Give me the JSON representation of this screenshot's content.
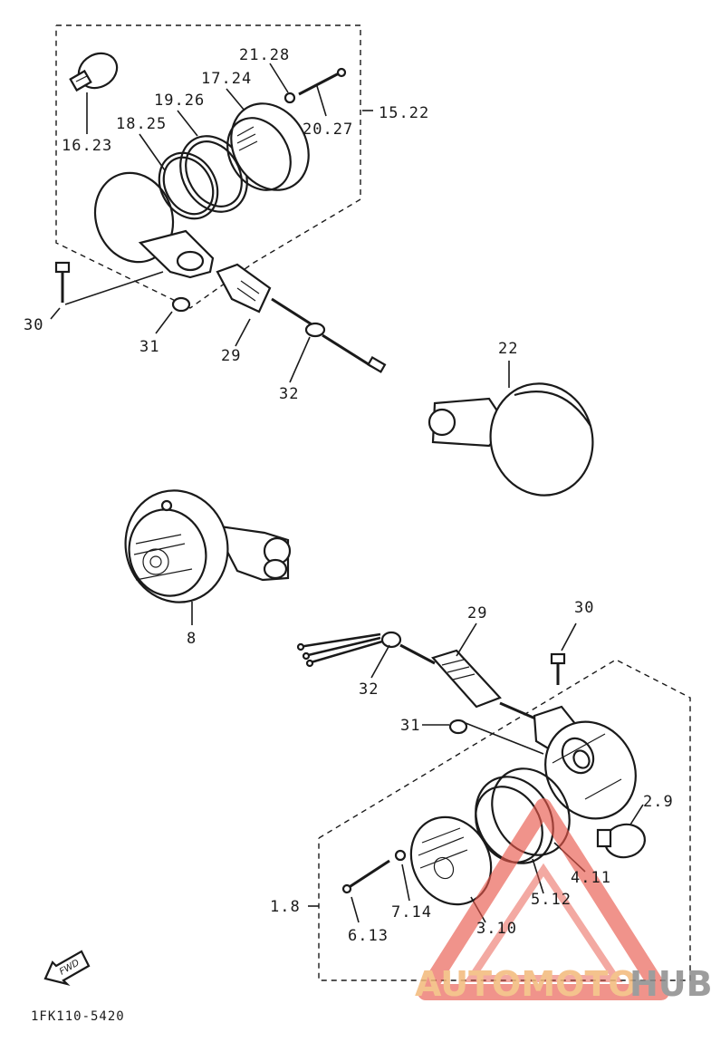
{
  "diagram": {
    "callouts": {
      "c_16_23": "16.23",
      "c_21_28": "21.28",
      "c_17_24": "17.24",
      "c_19_26": "19.26",
      "c_18_25": "18.25",
      "c_20_27": "20.27",
      "c_15_22": "15.22",
      "c_30_top": "30",
      "c_31_top": "31",
      "c_29_top": "29",
      "c_32_top": "32",
      "c_22": "22",
      "c_8": "8",
      "c_29_bot": "29",
      "c_30_bot": "30",
      "c_32_bot": "32",
      "c_31_bot": "31",
      "c_2_9": "2.9",
      "c_4_11": "4.11",
      "c_5_12": "5.12",
      "c_1_8": "1.8",
      "c_7_14": "7.14",
      "c_3_10": "3.10",
      "c_6_13": "6.13"
    },
    "forward_arrow_text": "FWD",
    "drawing_code": "1FK110-5420"
  },
  "watermark": {
    "part1": "AUTOMOTO",
    "part2": "HUB",
    "triangle_color": "#e8574a",
    "text_color_1": "#f3b97a",
    "text_color_2": "#8c8c8c"
  }
}
